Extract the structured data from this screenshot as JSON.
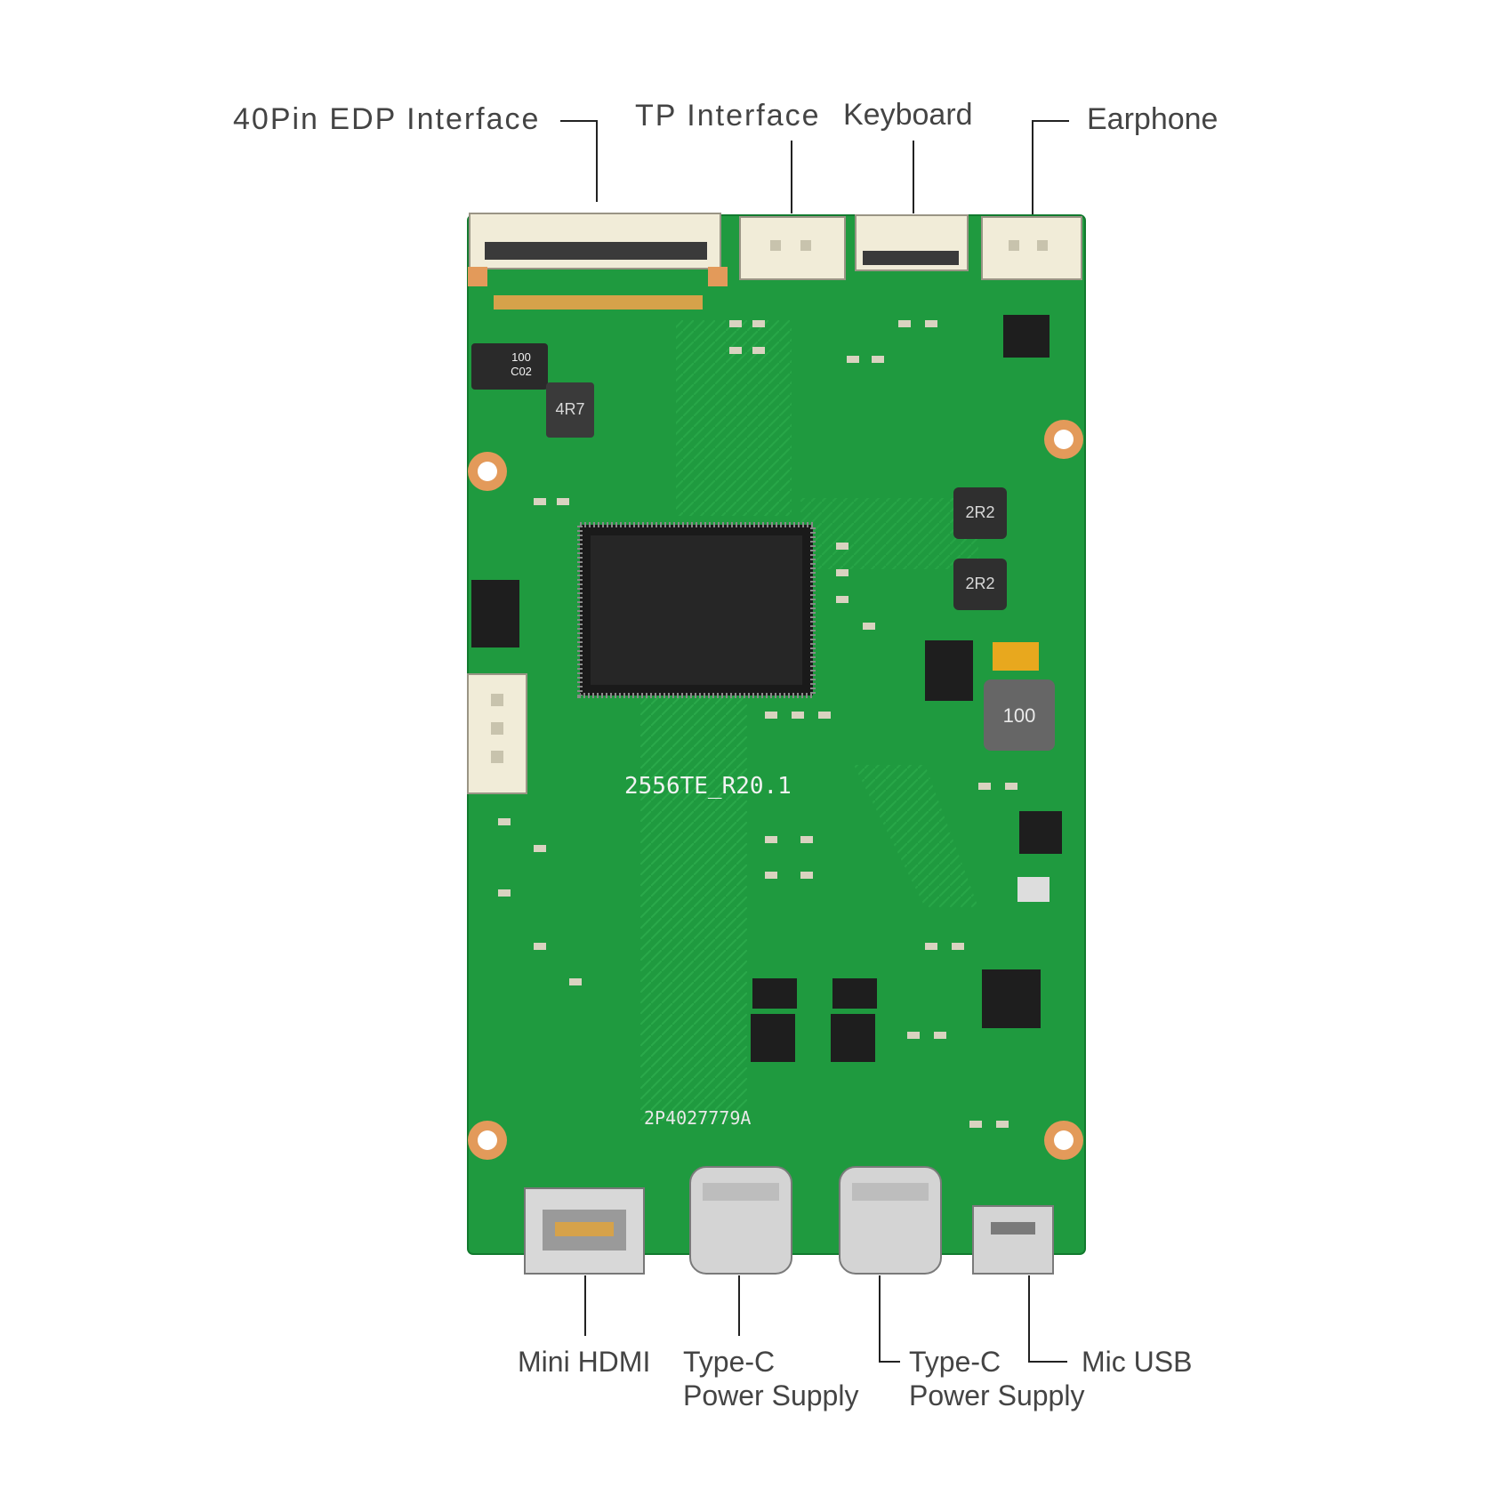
{
  "colors": {
    "pcb": "#1f9a3f",
    "pcb_dark": "#127a2e",
    "pcb_trace": "#2eb04e",
    "connector": "#f1ecd8",
    "chip": "#262626",
    "copper": "#e39a5a",
    "label": "#444444"
  },
  "labels": {
    "edp": "40Pin EDP Interface",
    "tp": "TP Interface",
    "keyboard": "Keyboard",
    "earphone": "Earphone",
    "mini_hdmi": "Mini HDMI",
    "typec1": [
      "Type-C",
      "Power Supply"
    ],
    "typec2": [
      "Type-C",
      "Power Supply"
    ],
    "mic_usb": "Mic USB"
  },
  "silkscreen": {
    "board_id": "2556TE_R20.1",
    "part_no": "2P4027779A",
    "cap_top": "100",
    "cap_bottom": "C02",
    "inductor_4r7": "4R7",
    "inductor_2r2_a": "2R2",
    "inductor_2r2_b": "2R2",
    "inductor_100": "100"
  },
  "icons": [
    "mount-hole-icon",
    "chip-icon",
    "connector-icon"
  ]
}
